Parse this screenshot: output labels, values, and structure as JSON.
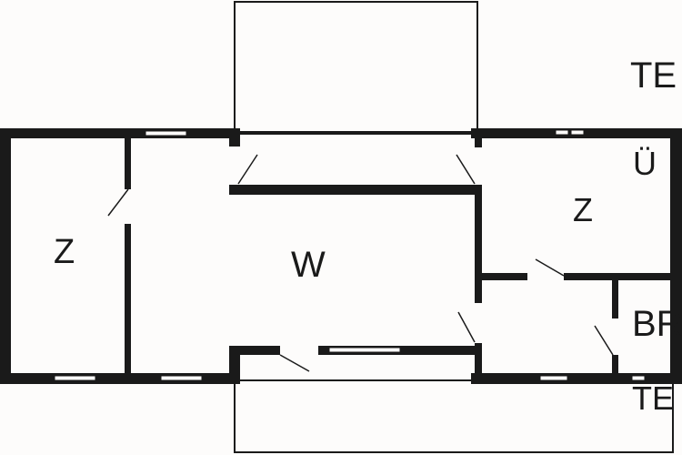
{
  "plan": {
    "rooms": [
      {
        "id": "terrace-top",
        "label": "TE"
      },
      {
        "id": "hallway",
        "label": "Ü"
      },
      {
        "id": "bedroom-right",
        "label": "Z"
      },
      {
        "id": "living",
        "label": "W"
      },
      {
        "id": "bedroom-left",
        "label": "Z"
      },
      {
        "id": "bathroom",
        "label": "BR"
      },
      {
        "id": "terrace-bottom",
        "label": "TE"
      }
    ],
    "colors": {
      "wall": "#1a1a1a",
      "background": "#fdfcfb"
    }
  }
}
